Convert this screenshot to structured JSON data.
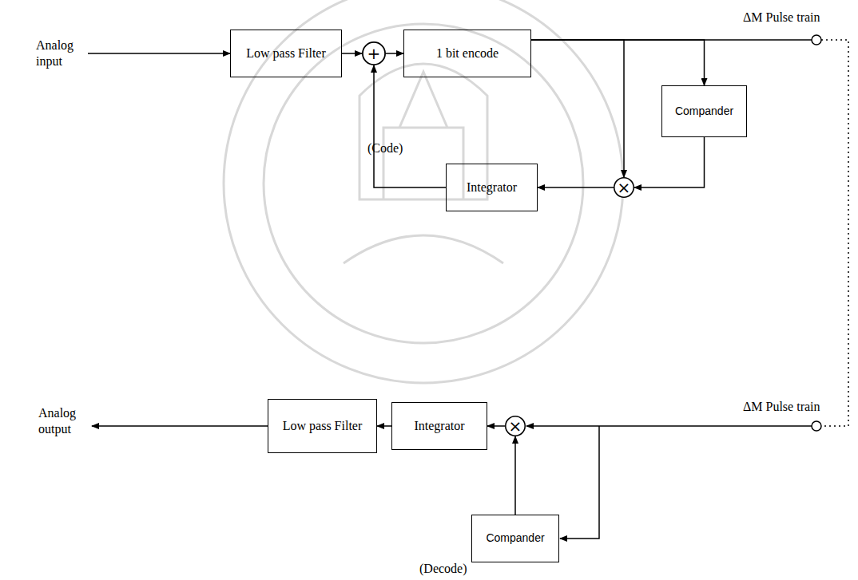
{
  "diagram": {
    "nodes": [
      {
        "text": [
          "Low pass Filter"
        ]
      },
      {
        "text": [
          "+"
        ]
      },
      {
        "text": [
          "1 bit encode"
        ]
      },
      {
        "text": [
          "Compander"
        ]
      },
      {
        "text": [
          "Integrator"
        ]
      },
      {
        "text": [
          "×"
        ]
      },
      {
        "text": [
          "Low pass Filter"
        ]
      },
      {
        "text": [
          "Integrator"
        ]
      },
      {
        "text": [
          "×"
        ]
      },
      {
        "text": [
          "Compander"
        ]
      }
    ],
    "edges": [
      {
        "from": 0,
        "to": 1,
        "arrow": "to"
      },
      {
        "from": 1,
        "to": 2,
        "arrow": "to"
      },
      {
        "from": 4,
        "to": 1,
        "arrow": "to"
      },
      {
        "from": 2,
        "to": 5,
        "arrow": "to"
      },
      {
        "from": 2,
        "to": 3,
        "arrow": "to"
      },
      {
        "from": 3,
        "to": 5,
        "arrow": "to"
      },
      {
        "from": 5,
        "to": 4,
        "arrow": "to"
      },
      {
        "from": 8,
        "to": 7,
        "arrow": "to"
      },
      {
        "from": 7,
        "to": 6,
        "arrow": "to"
      },
      {
        "from": 9,
        "to": 8,
        "arrow": "to"
      }
    ],
    "labels": [
      "Analog input",
      "ΔM Pulse train",
      "(Code)",
      "ΔM Pulse train",
      "Analog output",
      "(Decode)"
    ]
  }
}
